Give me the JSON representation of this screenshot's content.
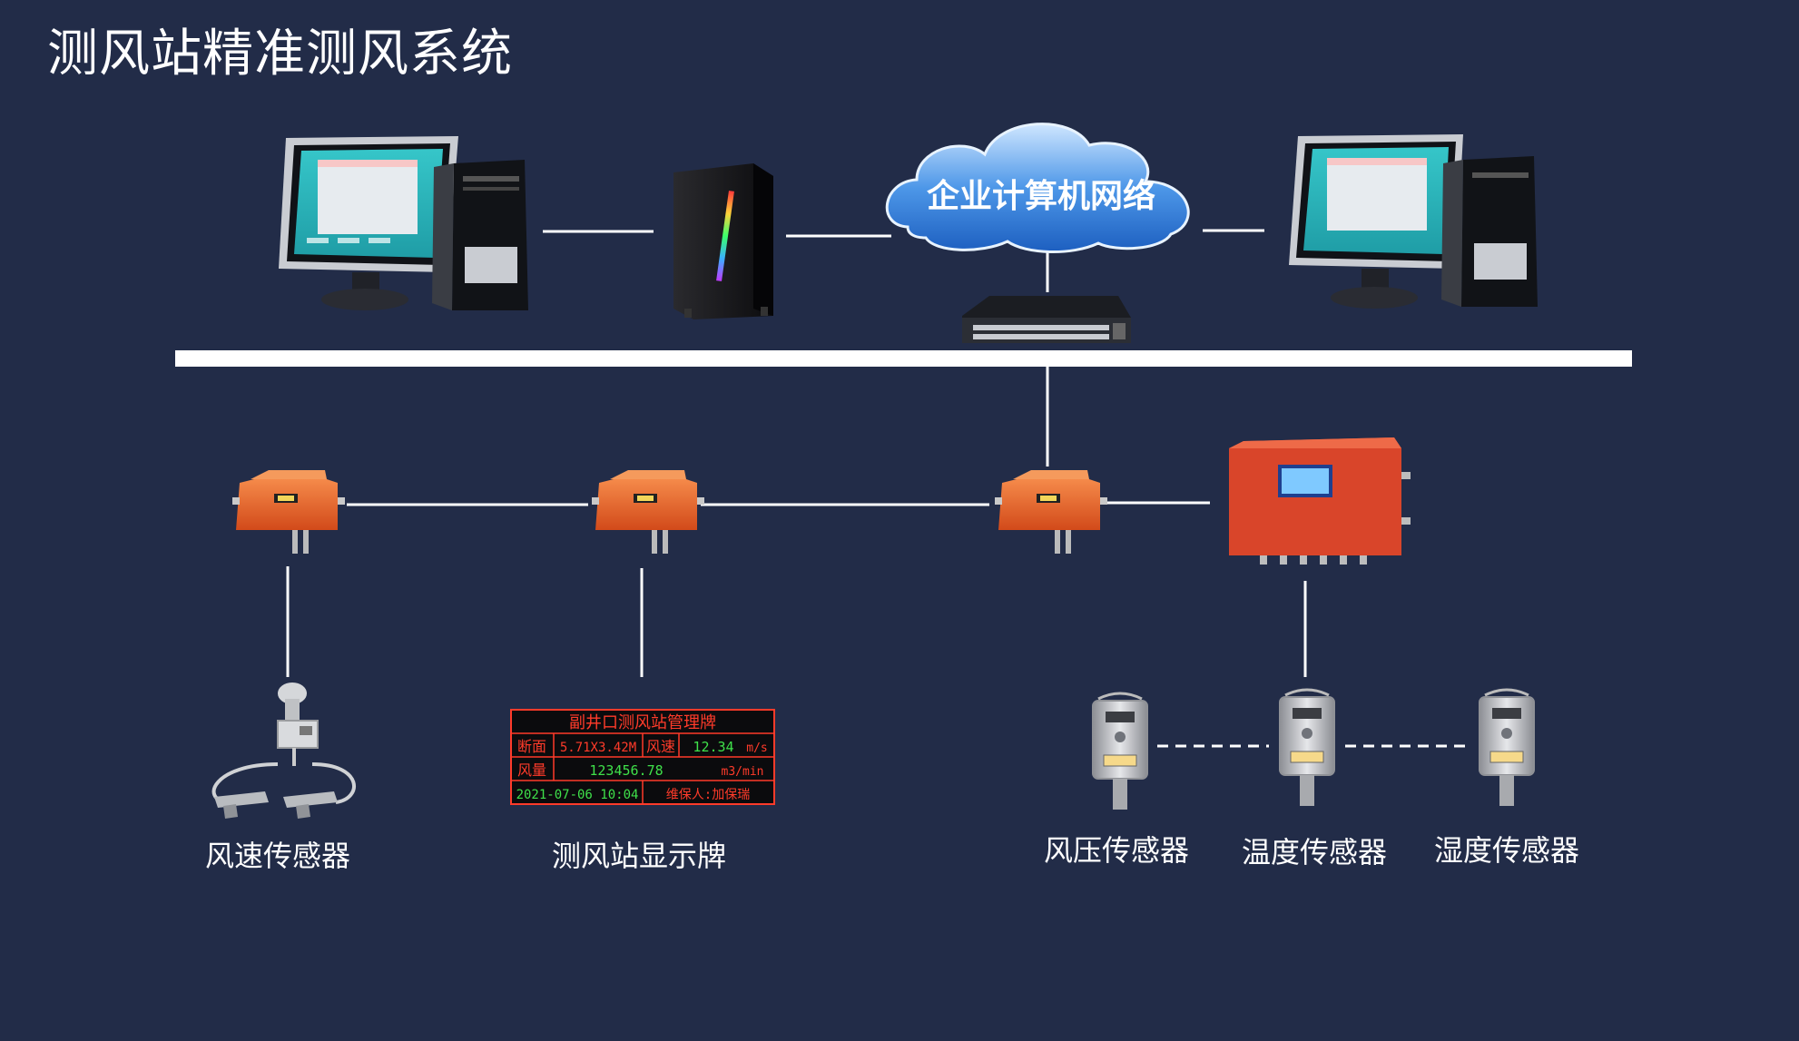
{
  "title": "测风站精准测风系统",
  "cloud_label": "企业计算机网络",
  "labels": {
    "wind_speed": "风速传感器",
    "display_board": "测风站显示牌",
    "wind_pressure": "风压传感器",
    "temperature": "温度传感器",
    "humidity": "湿度传感器"
  },
  "board": {
    "header": "副井口测风站管理牌",
    "r1_label": "断面",
    "r1_value": "5.71X3.42M",
    "r1_label2": "风速",
    "r1_value2": "12.34",
    "r1_unit": "m/s",
    "r2_label": "风量",
    "r2_value": "123456.78",
    "r2_unit": "m3/min",
    "r3_time": "2021-07-06 10:04",
    "r3_person": "维保人:加保瑞"
  },
  "colors": {
    "background": "#222c48",
    "line": "#ffffff",
    "orange": "#e8642a",
    "led_red": "#ff3b2a",
    "led_green": "#3fe04a"
  }
}
